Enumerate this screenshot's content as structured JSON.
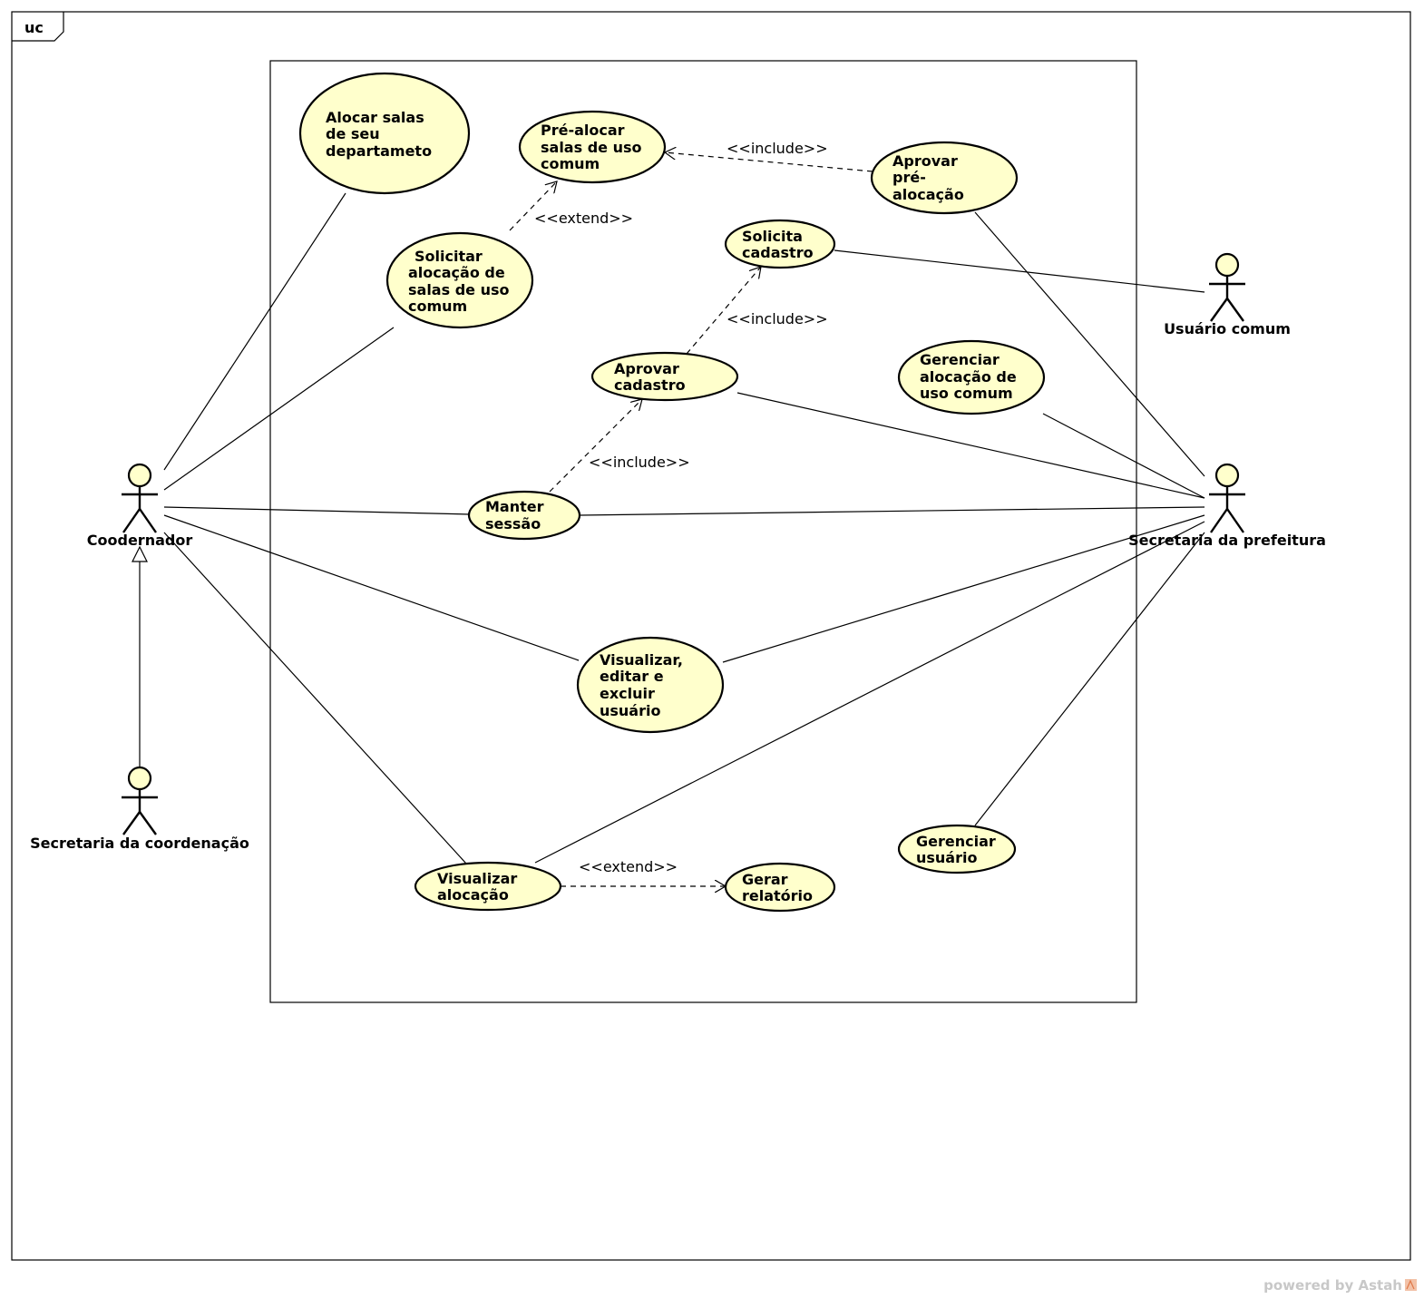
{
  "frame": {
    "tag": "uc"
  },
  "actors": {
    "coordenador": "Coodernador",
    "secretaria_coordenacao": "Secretaria da coordenação",
    "usuario_comum": "Usuário comum",
    "secretaria_prefeitura": "Secretaria da prefeitura"
  },
  "use_cases": {
    "alocar_salas": [
      "Alocar salas",
      "de seu",
      "departameto"
    ],
    "pre_alocar": [
      "Pré-alocar",
      "salas de uso",
      "comum"
    ],
    "aprovar_pre_alocacao": [
      "Aprovar",
      "pré-",
      "alocação"
    ],
    "solicitar_alocacao": [
      "Solicitar",
      "alocação de",
      "salas de uso",
      "comum"
    ],
    "solicita_cadastro": [
      "Solicita",
      "cadastro"
    ],
    "aprovar_cadastro": [
      "Aprovar",
      "cadastro"
    ],
    "gerenciar_alocacao": [
      "Gerenciar",
      "alocação de",
      "uso comum"
    ],
    "manter_sessao": [
      "Manter",
      "sessão"
    ],
    "visualizar_editar": [
      "Visualizar,",
      "editar e",
      "excluir",
      "usuário"
    ],
    "visualizar_alocacao": [
      "Visualizar",
      "alocação"
    ],
    "gerar_relatorio": [
      "Gerar",
      "relatório"
    ],
    "gerenciar_usuario": [
      "Gerenciar",
      "usuário"
    ]
  },
  "relations": {
    "include_pre_alocacao": "<<include>>",
    "extend_solicitar": "<<extend>>",
    "include_cadastro": "<<include>>",
    "include_sessao": "<<include>>",
    "extend_relatorio": "<<extend>>"
  },
  "watermark": "powered by Astah"
}
